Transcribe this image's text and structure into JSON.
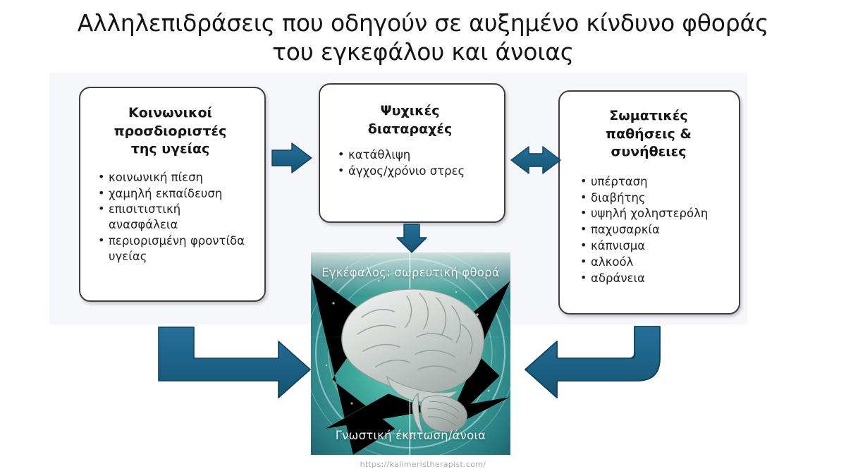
{
  "page": {
    "title_line1": "Αλληλεπιδράσεις που οδηγούν σε αυξημένο κίνδυνο φθοράς",
    "title_line2": "του εγκεφάλου και άνοιας",
    "title_full": "Αλληλεπιδράσεις που οδηγούν σε αυξημένο κίνδυνο φθοράς\nτου εγκεφάλου και άνοιας",
    "footer_url": "https://kalimeristherapist.com/",
    "accent_color": "#1d6287",
    "panel_color": "#f6f7fb",
    "box_border_color": "#3f3f3f",
    "text_color": "#1f1f1f"
  },
  "boxes": [
    {
      "id": "social",
      "title": "Κοινωνικοί\nπροσδιοριστές\nτης υγείας",
      "items": [
        "κοινωνική πίεση",
        "χαμηλή εκπαίδευση",
        "επισιτιστική ανασφάλεια",
        "περιορισμένη φροντίδα υγείας"
      ]
    },
    {
      "id": "mental",
      "title": "Ψυχικές\nδιαταραχές",
      "items": [
        "κατάθλιψη",
        "άγχος/χρόνιο στρες"
      ]
    },
    {
      "id": "physical",
      "title": "Σωματικές\nπαθήσεις &\nσυνήθειες",
      "items": [
        "υπέρταση",
        "διαβήτης",
        "υψηλή χοληστερόλη",
        "παχυσαρκία",
        "κάπνισμα",
        "αλκοόλ",
        "αδράνεια"
      ]
    }
  ],
  "brain": {
    "caption_top": "Εγκέφαλος: σωρευτική φθορά",
    "caption_bottom": "Γνωστική έκπτωση/άνοια",
    "alt": "brain-illustration"
  },
  "arrows": [
    {
      "id": "social-to-mental",
      "direction": "right"
    },
    {
      "id": "mental-to-physical",
      "direction": "double-horizontal"
    },
    {
      "id": "mental-to-brain",
      "direction": "down"
    },
    {
      "id": "social-to-brain",
      "direction": "elbow-down-right"
    },
    {
      "id": "physical-to-brain",
      "direction": "elbow-down-left"
    }
  ]
}
